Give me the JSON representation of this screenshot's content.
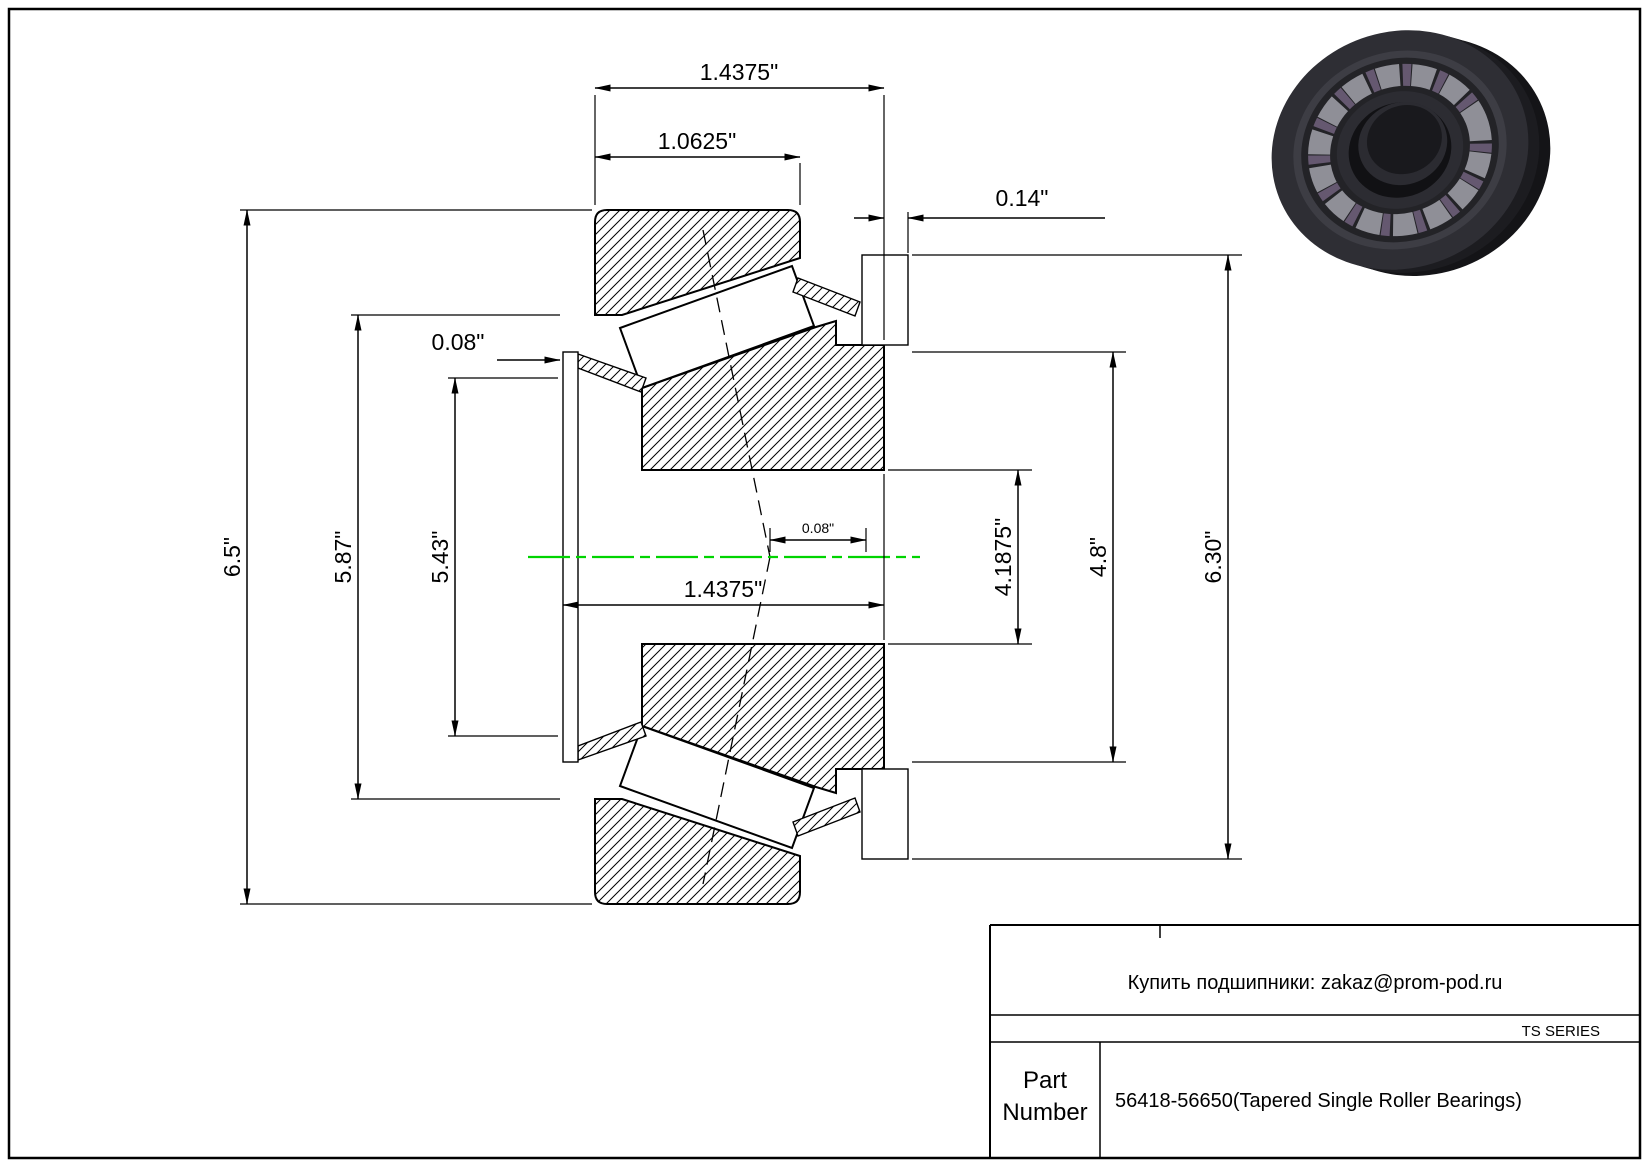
{
  "page": {
    "type": "technical-drawing"
  },
  "dimensions": {
    "top_width": "1.4375\"",
    "cone_width": "1.0625\"",
    "cup_standout": "0.14\"",
    "cage_thickness": "0.08\"",
    "outer_diameter": "6.5\"",
    "diameter_587": "5.87\"",
    "diameter_543": "5.43\"",
    "apex_offset": "0.08\"",
    "center_width": "1.4375\"",
    "bore_diameter": "4.1875\"",
    "diameter_48": "4.8\"",
    "diameter_630": "6.30\""
  },
  "title_block": {
    "contact": "Купить подшипники: zakaz@prom-pod.ru",
    "series": "TS SERIES",
    "part_label_line1": "Part",
    "part_label_line2": "Number",
    "part_value": "56418-56650(Tapered Single Roller Bearings)"
  },
  "colors": {
    "centerline_green": "#00d400",
    "line_black": "#000000"
  }
}
